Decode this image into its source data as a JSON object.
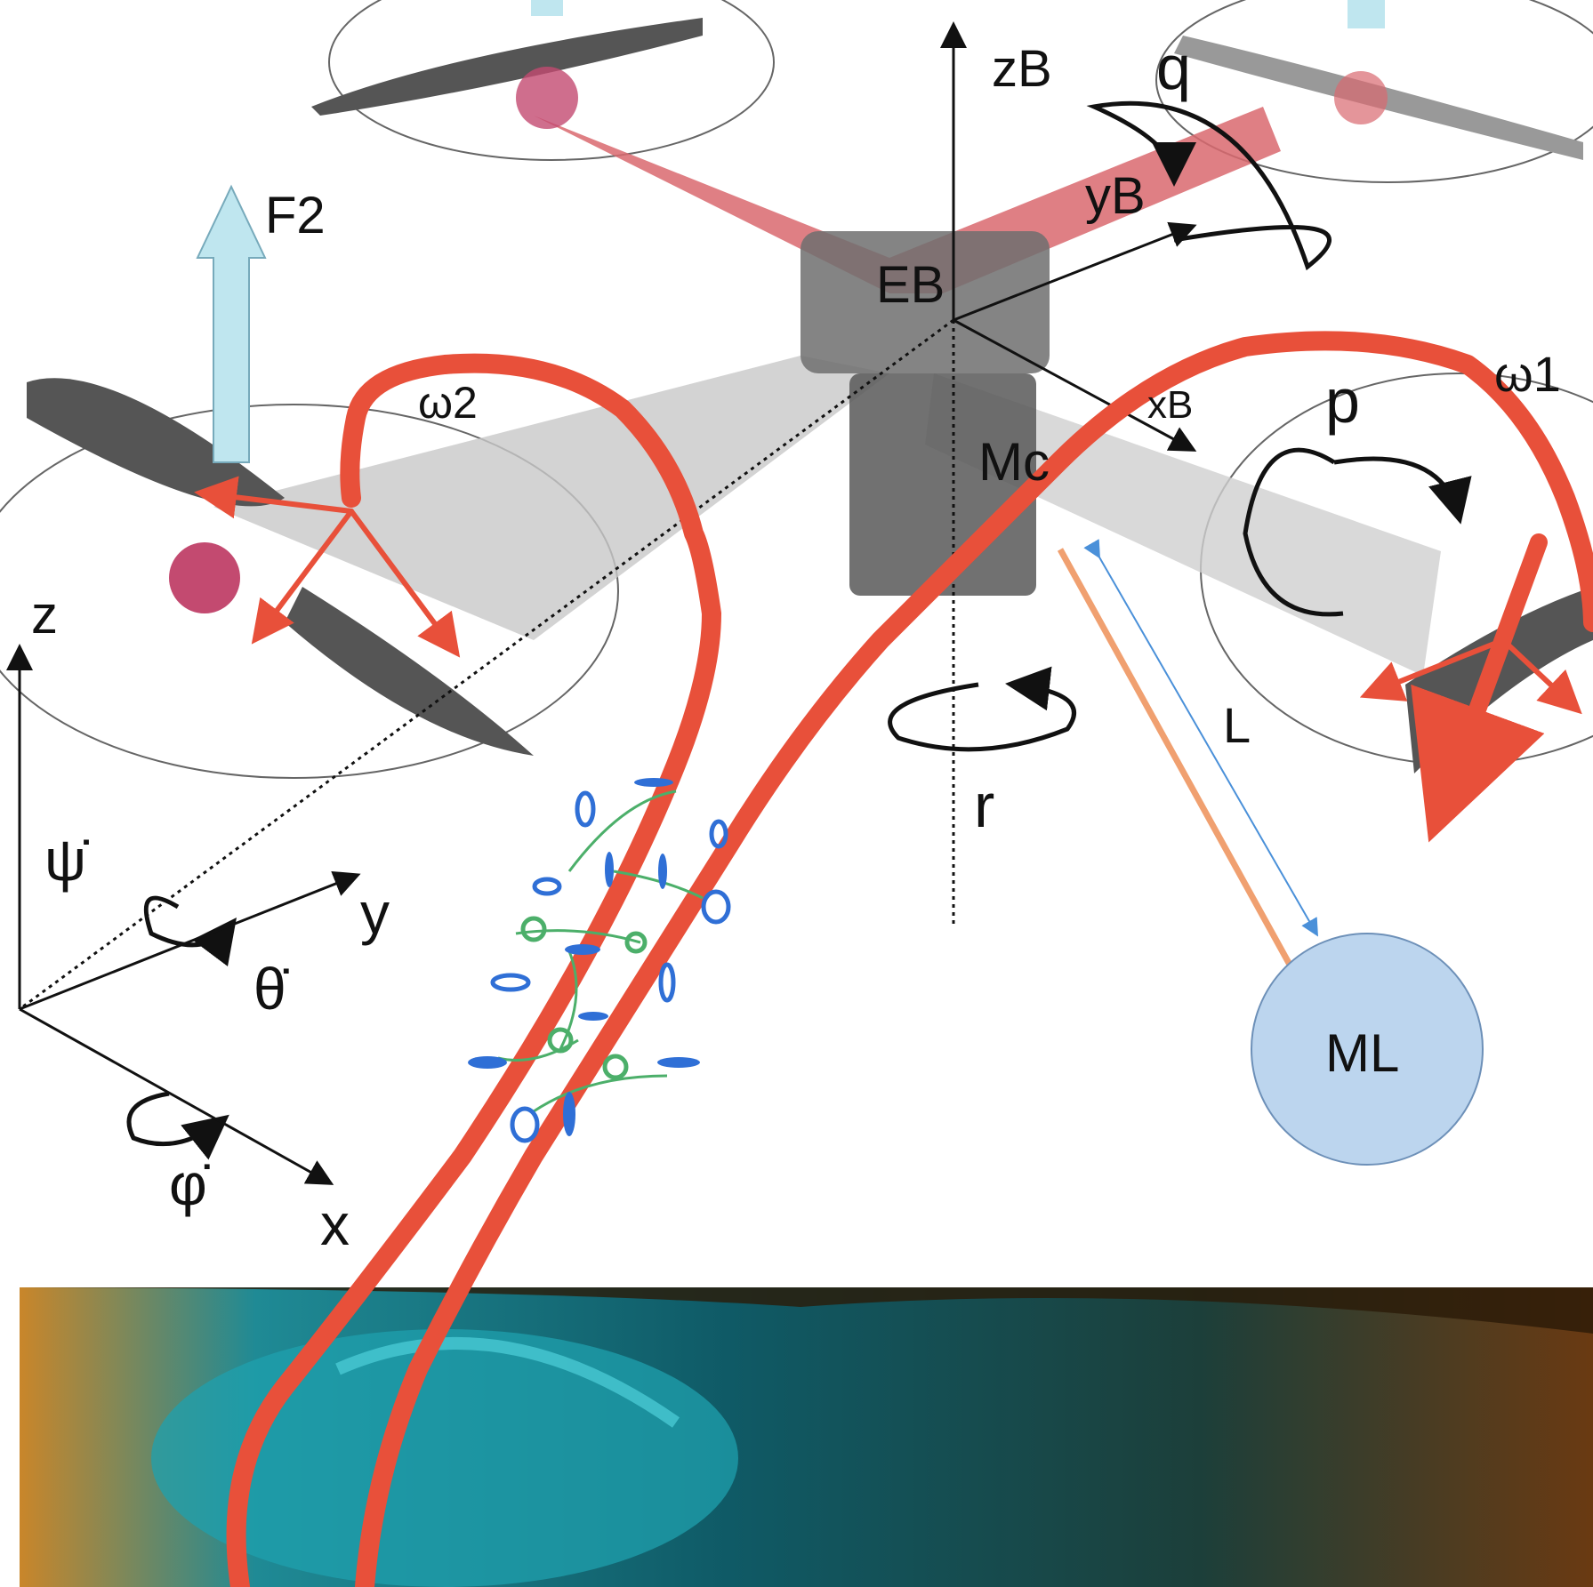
{
  "labels": {
    "z_body": "zB",
    "q": "q",
    "y_body": "yB",
    "f2": "F2",
    "e_body": "EB",
    "omega2": "ω2",
    "omega1": "ω1",
    "p": "p",
    "x_body": "xB",
    "m_c": "Mc",
    "length": "L",
    "r": "r",
    "z": "z",
    "psi_dot": "ψ̇",
    "y": "y",
    "theta_dot": "θ̇",
    "phi_dot": "φ̇",
    "x": "x",
    "m_load": "ML"
  },
  "colors": {
    "annotation_red": "#e8503a",
    "frame_red": "#d9686f",
    "thrust_blue": "#bfe6ef",
    "load_fill": "#bcd5ee",
    "tether_orange": "#f0a070",
    "length_arrow": "#4a90d9",
    "doodle_blue": "#2f6fd6",
    "doodle_green": "#4caf6a",
    "photo_teal": "#1f8a95",
    "photo_orange": "#c9862a"
  }
}
